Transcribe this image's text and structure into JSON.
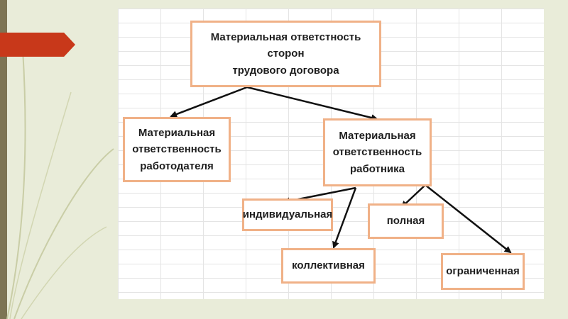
{
  "diagram": {
    "root": {
      "line1": "Материальная  ответстность  сторон",
      "line2": "трудового договора"
    },
    "employer": {
      "line1": "Материальная",
      "line2": "ответственность",
      "line3": "работодателя"
    },
    "employee": {
      "line1": "Материальная",
      "line2": "ответственность",
      "line3": "работника"
    },
    "individual": "индивидуальная",
    "collective": "коллективная",
    "full": "полная",
    "limited": "ограниченная"
  },
  "colors": {
    "accent": "#c8381a",
    "box_border": "#f0b187",
    "background": "#e9ecd9",
    "strip": "#7d7454"
  },
  "icons": [
    "arrow-pointer-icon"
  ]
}
